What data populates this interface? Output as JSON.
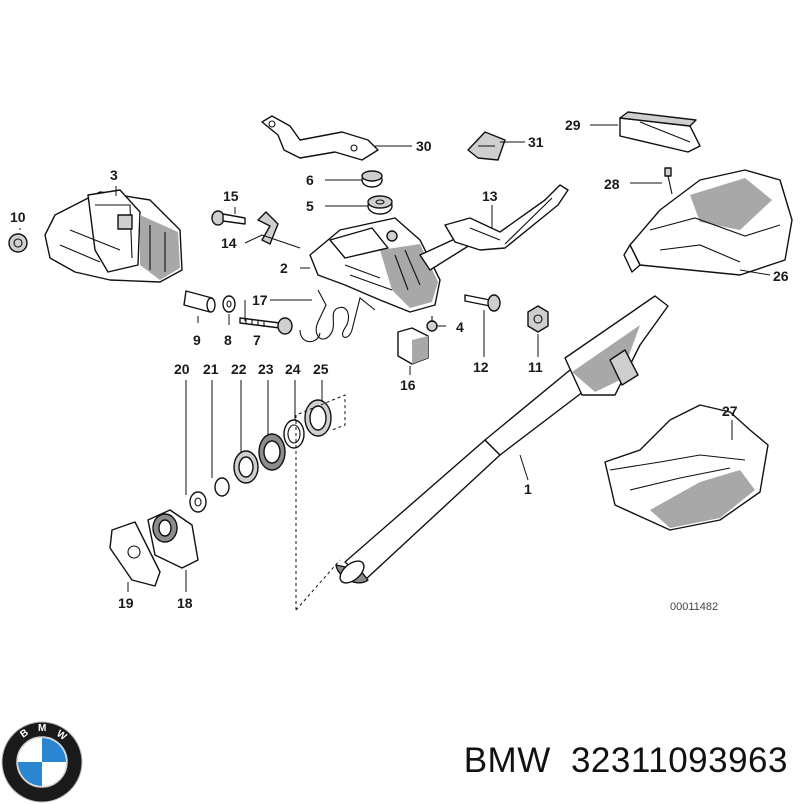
{
  "diagram": {
    "callouts": [
      "1",
      "2",
      "3",
      "4",
      "5",
      "6",
      "7",
      "8",
      "9",
      "10",
      "11",
      "12",
      "13",
      "14",
      "15",
      "16",
      "17",
      "18",
      "19",
      "20",
      "21",
      "22",
      "23",
      "24",
      "25",
      "26",
      "27",
      "28",
      "29",
      "30",
      "31"
    ],
    "reference_code": "00011482"
  },
  "footer": {
    "brand": "BMW",
    "part_number": "32311093963",
    "logo_letters": "BMW",
    "logo_colors": {
      "blue": "#2a86d1",
      "white": "#ffffff",
      "ring": "#1a1a1a"
    }
  }
}
